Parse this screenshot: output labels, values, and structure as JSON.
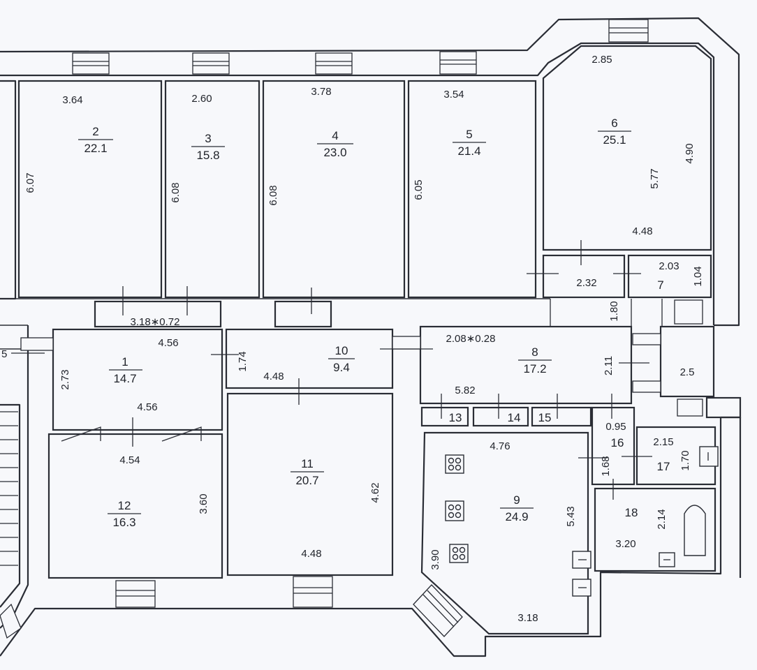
{
  "rooms": [
    {
      "number": "1",
      "area": "14.7"
    },
    {
      "number": "2",
      "area": "22.1"
    },
    {
      "number": "3",
      "area": "15.8"
    },
    {
      "number": "4",
      "area": "23.0"
    },
    {
      "number": "5",
      "area": "21.4"
    },
    {
      "number": "6",
      "area": "25.1"
    },
    {
      "number": "7"
    },
    {
      "number": "8",
      "area": "17.2"
    },
    {
      "number": "9",
      "area": "24.9"
    },
    {
      "number": "10",
      "area": "9.4"
    },
    {
      "number": "11",
      "area": "20.7"
    },
    {
      "number": "12",
      "area": "16.3"
    },
    {
      "number": "13"
    },
    {
      "number": "14"
    },
    {
      "number": "15"
    },
    {
      "number": "16"
    },
    {
      "number": "17"
    },
    {
      "number": "18"
    }
  ],
  "dimensions": {
    "r2_width": "3.64",
    "r2_height": "6.07",
    "r3_width": "2.60",
    "r3_height": "6.08",
    "r4_width": "3.78",
    "r4_height": "6.08",
    "r5_width": "3.54",
    "r5_height": "6.05",
    "r6_top": "2.85",
    "r6_diag": "5.77",
    "r6_right": "4.90",
    "r6_bottom": "4.48",
    "closet_left": "2.32",
    "r7_width": "2.03",
    "r7_height": "1.04",
    "passage_height": "1.80",
    "niche_top": "3.18∗0.72",
    "r1_top": "4.56",
    "r1_height": "2.73",
    "r1_bottom": "4.56",
    "r10_height": "1.74",
    "r10_width": "4.48",
    "r8_niche": "2.08∗0.28",
    "r8_width": "5.82",
    "r8_height": "2.11",
    "r8_side": "2.5",
    "r12_top": "4.54",
    "r12_height": "3.60",
    "r11_height": "4.62",
    "r11_width": "4.48",
    "r9_top": "4.76",
    "r9_right": "5.43",
    "r9_left": "3.90",
    "r9_bottom": "3.18",
    "r16_width": "0.95",
    "r16_height": "1.68",
    "r17_width": "2.15",
    "r17_height": "1.70",
    "r18_height": "2.14",
    "r18_width": "3.20",
    "left_edge": "5"
  }
}
